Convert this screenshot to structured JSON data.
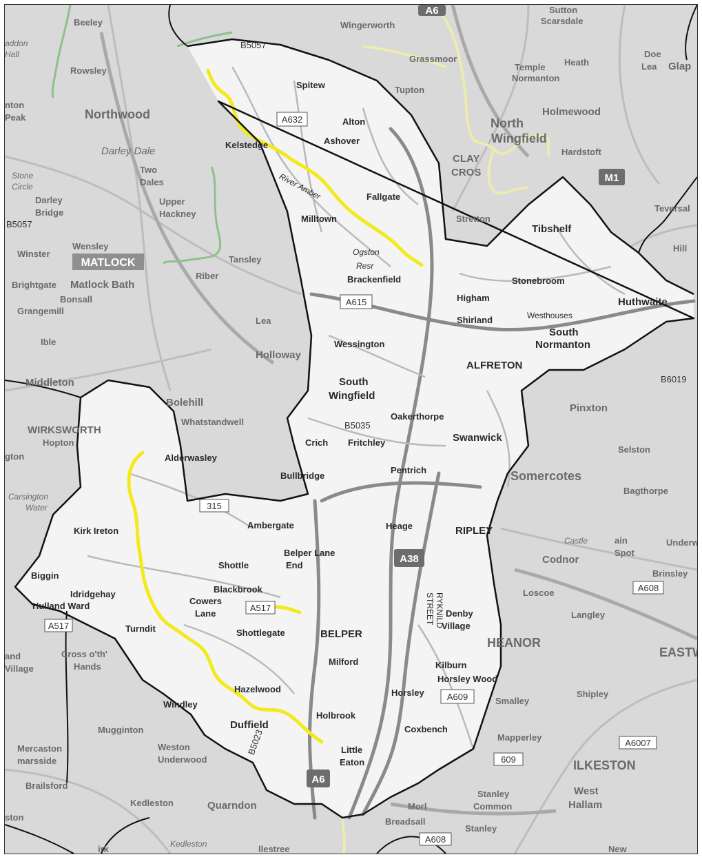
{
  "map": {
    "colors": {
      "background": "#d9d9d9",
      "catchment_fill": "#f4f4f4",
      "boundary": "#111111",
      "river_highlight": "#f2ea1c",
      "pale_yellow_route": "#ecebb0",
      "green_route": "#8fc08a",
      "major_road": "#8a8a8a",
      "minor_road": "#b5b5b5"
    },
    "places_inside": [
      {
        "id": "spitewinter",
        "label": "Spitew"
      },
      {
        "id": "alton",
        "label": "Alton"
      },
      {
        "id": "kelstedge",
        "label": "Kelstedge"
      },
      {
        "id": "ashover",
        "label": "Ashover"
      },
      {
        "id": "fallgate",
        "label": "Fallgate"
      },
      {
        "id": "milltown",
        "label": "Milltown"
      },
      {
        "id": "ogston",
        "label": "Ogston"
      },
      {
        "id": "resr",
        "label": "Resr"
      },
      {
        "id": "brackenfield",
        "label": "Brackenfield"
      },
      {
        "id": "river-amber",
        "label": "River Amber"
      },
      {
        "id": "tibshelf",
        "label": "Tibshelf"
      },
      {
        "id": "stonebroom",
        "label": "Stonebroom"
      },
      {
        "id": "higham",
        "label": "Higham"
      },
      {
        "id": "huthwaite",
        "label": "Huthwaite"
      },
      {
        "id": "shirland",
        "label": "Shirland"
      },
      {
        "id": "westhouses",
        "label": "Westhouses"
      },
      {
        "id": "south-normanton",
        "label": "South\nNormanton"
      },
      {
        "id": "wessington",
        "label": "Wessington"
      },
      {
        "id": "alfreton",
        "label": "ALFRETON"
      },
      {
        "id": "south-wingfield",
        "label": "South\nWingfield"
      },
      {
        "id": "oakerthorpe",
        "label": "Oakerthorpe"
      },
      {
        "id": "swanwick",
        "label": "Swanwick"
      },
      {
        "id": "crich",
        "label": "Crich"
      },
      {
        "id": "fritchley",
        "label": "Fritchley"
      },
      {
        "id": "pentrich",
        "label": "Pentrich"
      },
      {
        "id": "bullbridge",
        "label": "Bullbridge"
      },
      {
        "id": "ambergate",
        "label": "Ambergate"
      },
      {
        "id": "heage",
        "label": "Heage"
      },
      {
        "id": "ripley",
        "label": "RIPLEY"
      },
      {
        "id": "belper-lane-end",
        "label": "Belper Lane\nEnd"
      },
      {
        "id": "shottle",
        "label": "Shottle"
      },
      {
        "id": "blackbrook",
        "label": "Blackbrook"
      },
      {
        "id": "cowers-lane",
        "label": "Cowers\nLane"
      },
      {
        "id": "shottlegate",
        "label": "Shottlegate"
      },
      {
        "id": "belper",
        "label": "BELPER"
      },
      {
        "id": "denby-village",
        "label": "Denby\nVillage"
      },
      {
        "id": "milford",
        "label": "Milford"
      },
      {
        "id": "kilburn",
        "label": "Kilburn"
      },
      {
        "id": "horsley-woodhouse",
        "label": "Horsley Wood"
      },
      {
        "id": "horsley",
        "label": "Horsley"
      },
      {
        "id": "hazelwood",
        "label": "Hazelwood"
      },
      {
        "id": "windley",
        "label": "Windley"
      },
      {
        "id": "duffield",
        "label": "Duffield"
      },
      {
        "id": "holbrook",
        "label": "Holbrook"
      },
      {
        "id": "coxbench",
        "label": "Coxbench"
      },
      {
        "id": "little-eaton",
        "label": "Little\nEaton"
      },
      {
        "id": "kirk-ireton",
        "label": "Kirk Ireton"
      },
      {
        "id": "biggin",
        "label": "Biggin"
      },
      {
        "id": "idridgehay",
        "label": "Idridgehay"
      },
      {
        "id": "hulland-ward",
        "label": "Hulland Ward"
      },
      {
        "id": "turnditch",
        "label": "Turndit"
      },
      {
        "id": "alderwasley",
        "label": "Alderwasley"
      },
      {
        "id": "ryknild-street",
        "label": "RYKNILD\nSTREET"
      }
    ],
    "places_outside": [
      {
        "id": "beeley",
        "label": "Beeley"
      },
      {
        "id": "wingerworth",
        "label": "Wingerworth"
      },
      {
        "id": "sutton-scarsdale",
        "label": "Sutton\nScarsdale"
      },
      {
        "id": "rowsley",
        "label": "Rowsley"
      },
      {
        "id": "grassmoor",
        "label": "Grassmoor"
      },
      {
        "id": "temple-normanton",
        "label": "Temple\nNormanton"
      },
      {
        "id": "heath",
        "label": "Heath"
      },
      {
        "id": "tupton",
        "label": "Tupton"
      },
      {
        "id": "northwood",
        "label": "Northwood"
      },
      {
        "id": "north-wingfield",
        "label": "North\nWingfield"
      },
      {
        "id": "holmewood",
        "label": "Holmewood"
      },
      {
        "id": "hardstoft",
        "label": "Hardstoft"
      },
      {
        "id": "darley-dale",
        "label": "Darley Dale"
      },
      {
        "id": "two-dales",
        "label": "Two\nDales"
      },
      {
        "id": "clay-cross",
        "label": "CLAY\nCROS"
      },
      {
        "id": "stone-circle",
        "label": "Stone\nCircle"
      },
      {
        "id": "darley-bridge",
        "label": "Darley\nBridge"
      },
      {
        "id": "upper-hackney",
        "label": "Upper\nHackney"
      },
      {
        "id": "stretton",
        "label": "Stretton"
      },
      {
        "id": "teversal",
        "label": "Teversal"
      },
      {
        "id": "winster",
        "label": "Winster"
      },
      {
        "id": "wensley",
        "label": "Wensley"
      },
      {
        "id": "matlock",
        "label": "MATLOCK"
      },
      {
        "id": "tansley",
        "label": "Tansley"
      },
      {
        "id": "brightgate",
        "label": "Brightgate"
      },
      {
        "id": "matlock-bath",
        "label": "Matlock Bath"
      },
      {
        "id": "riber",
        "label": "Riber"
      },
      {
        "id": "bonsall",
        "label": "Bonsall"
      },
      {
        "id": "grangemill",
        "label": "Grangemill"
      },
      {
        "id": "lea",
        "label": "Lea"
      },
      {
        "id": "ible",
        "label": "Ible"
      },
      {
        "id": "holloway",
        "label": "Holloway"
      },
      {
        "id": "middleton",
        "label": "Middleton"
      },
      {
        "id": "bolehill",
        "label": "Bolehill"
      },
      {
        "id": "whatstandwell",
        "label": "Whatstandwell"
      },
      {
        "id": "wirksworth",
        "label": "WIRKSWORTH"
      },
      {
        "id": "hopton",
        "label": "Hopton"
      },
      {
        "id": "pinxton",
        "label": "Pinxton"
      },
      {
        "id": "selston",
        "label": "Selston"
      },
      {
        "id": "somercotes",
        "label": "Somercotes"
      },
      {
        "id": "bagthorpe",
        "label": "Bagthorpe"
      },
      {
        "id": "carsington-water",
        "label": "Carsington\nWater"
      },
      {
        "id": "codnor",
        "label": "Codnor"
      },
      {
        "id": "castle",
        "label": "Castle"
      },
      {
        "id": "brinsley",
        "label": "Brinsley"
      },
      {
        "id": "loscoe",
        "label": "Loscoe"
      },
      {
        "id": "langley",
        "label": "Langley"
      },
      {
        "id": "heanor",
        "label": "HEANOR"
      },
      {
        "id": "eastwood",
        "label": "EASTW"
      },
      {
        "id": "crosso-th-hands",
        "label": "Cross o'th'\nHands"
      },
      {
        "id": "shipley",
        "label": "Shipley"
      },
      {
        "id": "mugginton",
        "label": "Mugginton"
      },
      {
        "id": "mercaston",
        "label": "Mercaston\nmarsside"
      },
      {
        "id": "weston-underwood",
        "label": "Weston\nUnderwood"
      },
      {
        "id": "smalley",
        "label": "Smalley"
      },
      {
        "id": "mapperley",
        "label": "Mapperley"
      },
      {
        "id": "ilkeston",
        "label": "ILKESTON"
      },
      {
        "id": "brailsford",
        "label": "Brailsford"
      },
      {
        "id": "kedleston",
        "label": "Kedleston"
      },
      {
        "id": "quarndon",
        "label": "Quarndon"
      },
      {
        "id": "morley",
        "label": "Morl"
      },
      {
        "id": "stanley-common",
        "label": "Stanley\nCommon"
      },
      {
        "id": "west-hallam",
        "label": "West\nHallam"
      },
      {
        "id": "breadsall",
        "label": "Breadsall"
      },
      {
        "id": "stanley",
        "label": "Stanley"
      },
      {
        "id": "kedleston-hall",
        "label": "Kedleston\nHall"
      },
      {
        "id": "allestree",
        "label": "llestree"
      },
      {
        "id": "kirk",
        "label": "irk"
      },
      {
        "id": "new",
        "label": "New"
      },
      {
        "id": "glapwell",
        "label": "Glap"
      },
      {
        "id": "lea-right",
        "label": "Lea"
      },
      {
        "id": "doe",
        "label": "Doe"
      },
      {
        "id": "hill",
        "label": "Hill"
      },
      {
        "id": "underwood",
        "label": "Underw"
      },
      {
        "id": "aldon-hall",
        "label": "addon\nHall"
      },
      {
        "id": "peak",
        "label": "nton\nPeak"
      },
      {
        "id": "ston",
        "label": "ston"
      },
      {
        "id": "gton",
        "label": "gton"
      },
      {
        "id": "and-village",
        "label": "and\nVillage"
      },
      {
        "id": "main-spot",
        "label": "ain\nSpot"
      }
    ],
    "road_labels": [
      {
        "id": "a632",
        "label": "A632"
      },
      {
        "id": "a615",
        "label": "A615"
      },
      {
        "id": "a609",
        "label": "A609"
      },
      {
        "id": "a517",
        "label": "A517"
      },
      {
        "id": "a517-left",
        "label": "A517"
      },
      {
        "id": "a608-right",
        "label": "A608"
      },
      {
        "id": "a608-bottom",
        "label": "A608"
      },
      {
        "id": "a6007",
        "label": "A6007"
      },
      {
        "id": "b6019",
        "label": "B6019"
      },
      {
        "id": "b5057",
        "label": "B5057"
      },
      {
        "id": "b5057-left",
        "label": "B5057"
      },
      {
        "id": "b5035",
        "label": "B5035"
      },
      {
        "id": "b5023",
        "label": "B5023"
      },
      {
        "id": "r315",
        "label": "315"
      },
      {
        "id": "a609-bottom",
        "label": "609"
      }
    ],
    "shields": [
      {
        "id": "a38",
        "label": "A38"
      },
      {
        "id": "a6",
        "label": "A6"
      },
      {
        "id": "a61",
        "label": "A6"
      },
      {
        "id": "m1",
        "label": "M1"
      }
    ]
  }
}
